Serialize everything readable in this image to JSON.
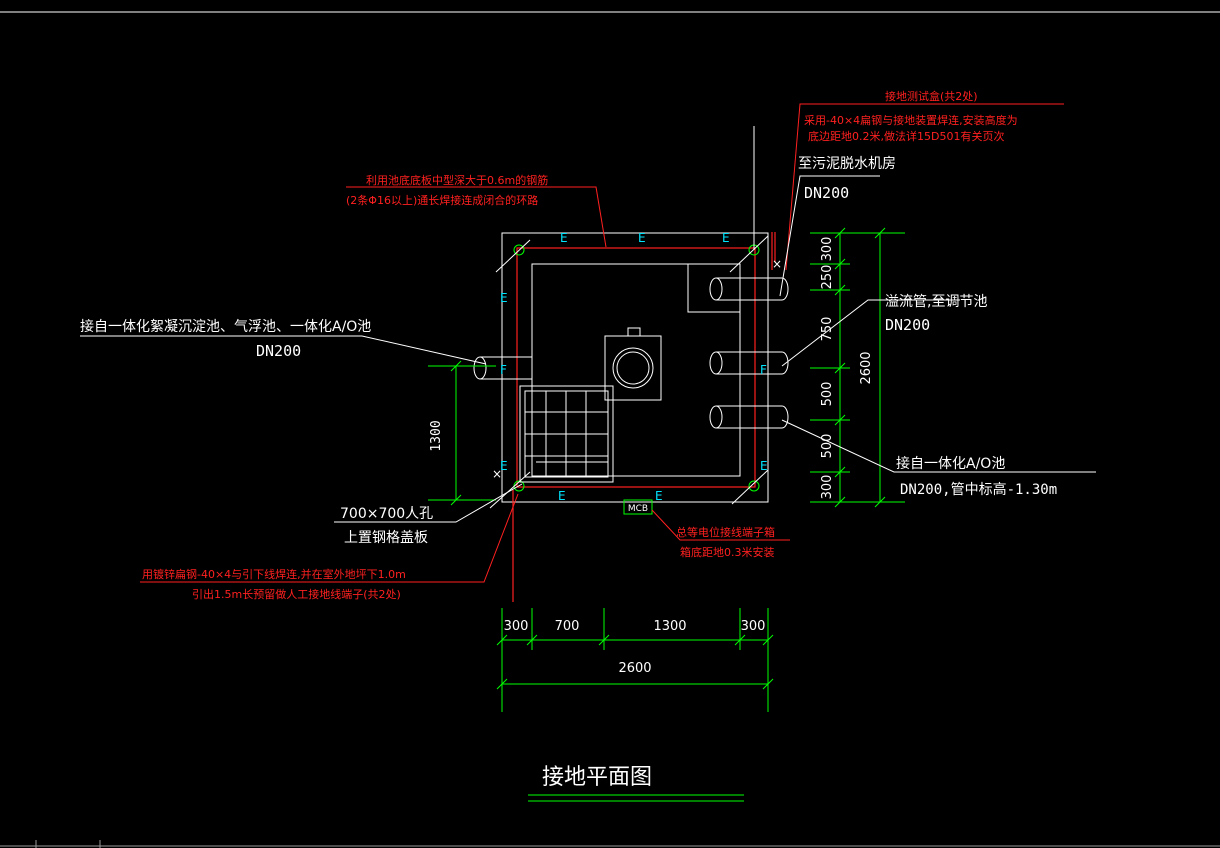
{
  "drawing": {
    "title": "接地平面图",
    "label_E": "E",
    "label_F": "F",
    "mark_x": "×",
    "mcb_label": "MCB",
    "colors": {
      "background": "#000000",
      "outline": "#ffffff",
      "grounding": "#ff2020",
      "dimension": "#00ff00",
      "marker": "#00e5ff"
    }
  },
  "annotations": {
    "test_box": "接地测试盒(共2处)",
    "flat_steel_line1": "采用-40×4扁钢与接地装置焊连,安装高度为",
    "flat_steel_line2": "底边距地0.2米,做法详15D501有关页次",
    "rebar_line1": "利用池底底板中型深大于0.6m的钢筋",
    "rebar_line2": "(2条Φ16以上)通长焊接连成闭合的环路",
    "to_sludge": "至污泥脱水机房",
    "dn200_top": "DN200",
    "inlet_left": "接自一体化絮凝沉淀池、气浮池、一体化A/O池",
    "dn200_left": "DN200",
    "overflow": "溢流管,至调节池",
    "dn200_right": "DN200",
    "from_ao": "接自一体化A/O池",
    "dn200_elev": "DN200,管中标高-1.30m",
    "manhole": "700×700人孔",
    "grating": "上置钢格盖板",
    "mcb_line1": "总等电位接线端子箱",
    "mcb_line2": "箱底距地0.3米安装",
    "galv_line1": "用镀锌扁钢-40×4与引下线焊连,并在室外地坪下1.0m",
    "galv_line2": "引出1.5m长预留做人工接地线端子(共2处)"
  },
  "dimensions": {
    "bottom": [
      "300",
      "700",
      "1300",
      "300"
    ],
    "bottom_total": "2600",
    "right": [
      "300",
      "250",
      "750",
      "500",
      "500",
      "300"
    ],
    "right_total": "2600",
    "left": "1300"
  }
}
